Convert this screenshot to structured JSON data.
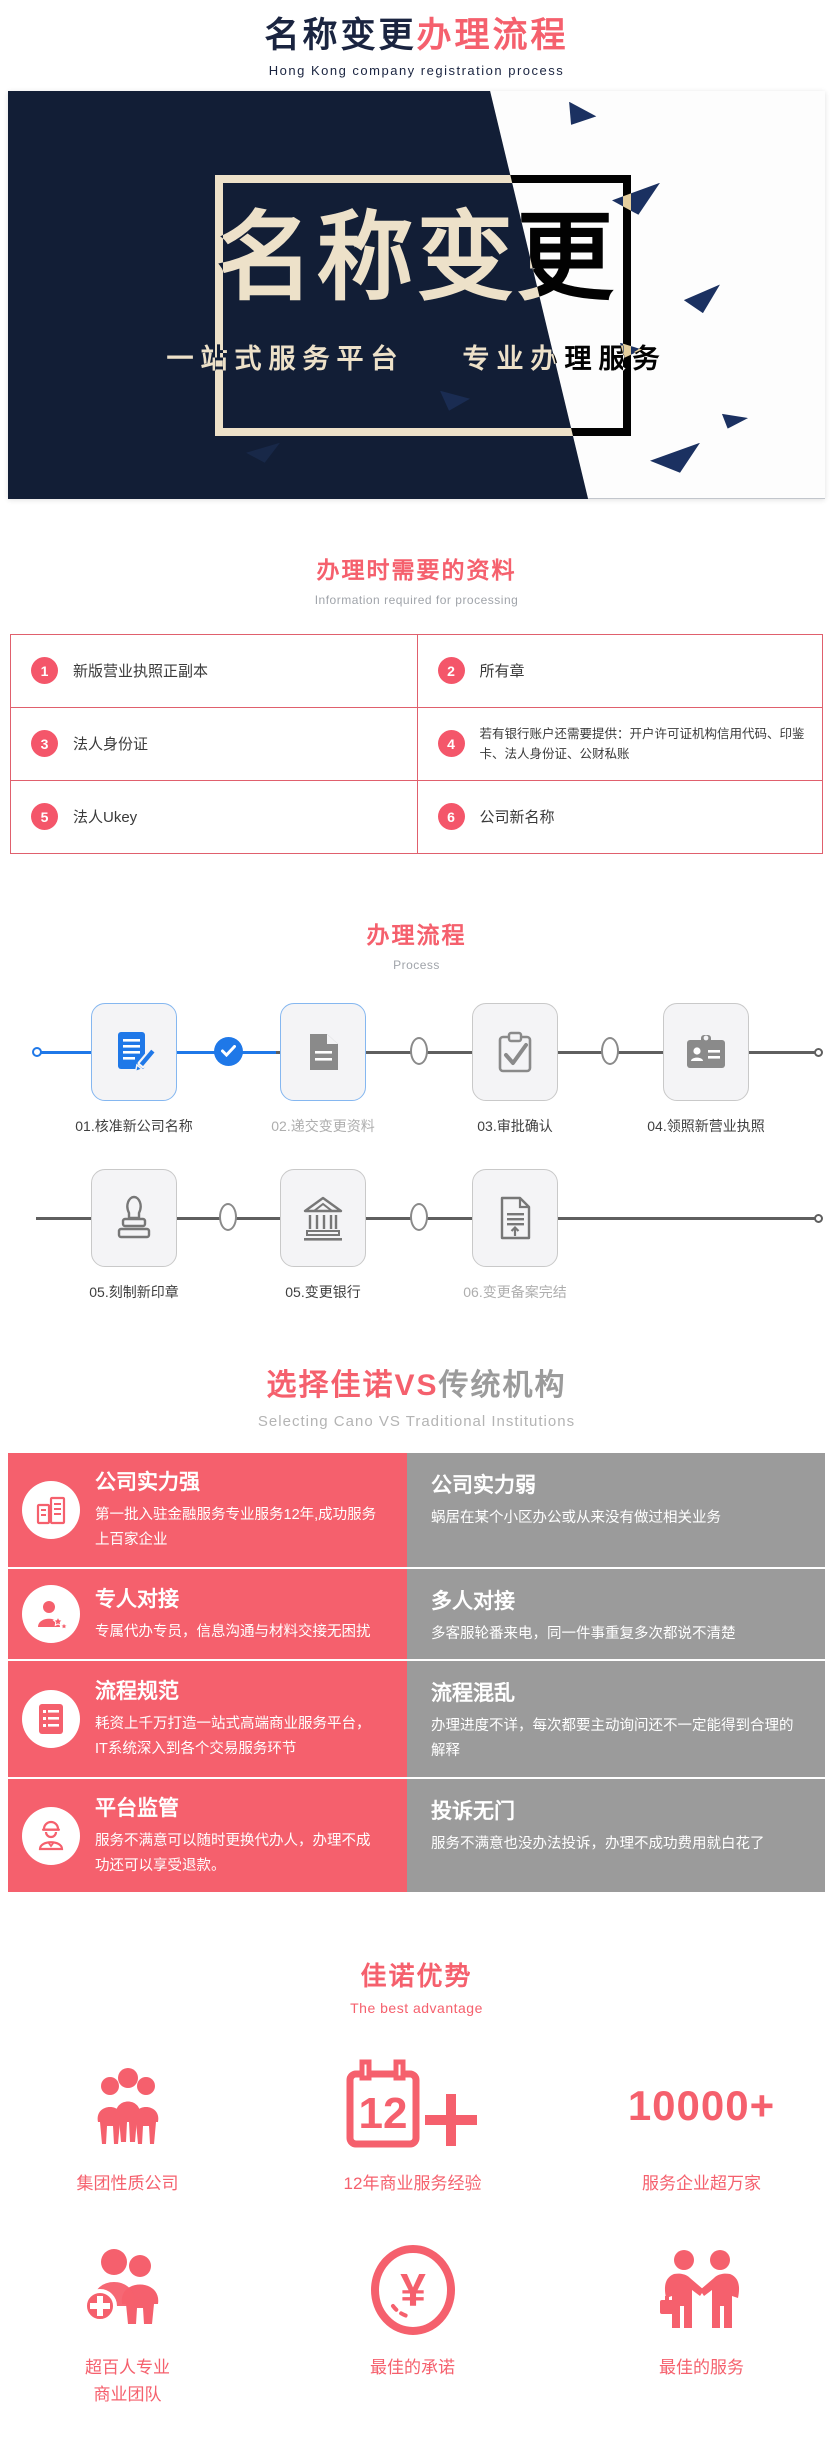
{
  "header": {
    "title_dark": "名称变更",
    "title_accent": "办理流程",
    "subtitle": "Hong Kong company registration process"
  },
  "banner": {
    "headline": "名称变更",
    "tagline_left": "一站式服务平台",
    "tagline_right": "专业办理服务"
  },
  "materials": {
    "title": "办理时需要的资料",
    "subtitle": "Information required for processing",
    "items": [
      {
        "num": "1",
        "text": "新版营业执照正副本"
      },
      {
        "num": "2",
        "text": "所有章"
      },
      {
        "num": "3",
        "text": "法人身份证"
      },
      {
        "num": "4",
        "text": "若有银行账户还需要提供：开户许可证机构信用代码、印鉴卡、法人身份证、公财私账"
      },
      {
        "num": "5",
        "text": "法人Ukey"
      },
      {
        "num": "6",
        "text": "公司新名称"
      }
    ]
  },
  "process": {
    "title": "办理流程",
    "subtitle": "Process",
    "row1": [
      {
        "label": "01.核准新公司名称",
        "icon": "document-pen-icon"
      },
      {
        "label": "02.递交变更资料",
        "icon": "document-icon"
      },
      {
        "label": "03.审批确认",
        "icon": "clipboard-check-icon"
      },
      {
        "label": "04.领照新营业执照",
        "icon": "id-card-icon"
      }
    ],
    "row2": [
      {
        "label": "05.刻制新印章",
        "icon": "stamp-icon"
      },
      {
        "label": "05.变更银行",
        "icon": "bank-icon"
      },
      {
        "label": "06.变更备案完结",
        "icon": "document-upload-icon"
      }
    ]
  },
  "comparison": {
    "title_accent": "选择佳诺VS",
    "title_gray": "传统机构",
    "subtitle": "Selecting Cano VS Traditional Institutions",
    "rows": [
      {
        "left": {
          "title": "公司实力强",
          "desc": "第一批入驻金融服务专业服务12年,成功服务上百家企业",
          "icon": "building-icon"
        },
        "right": {
          "title": "公司实力弱",
          "desc": "蜗居在某个小区办公或从来没有做过相关业务"
        }
      },
      {
        "left": {
          "title": "专人对接",
          "desc": "专属代办专员，信息沟通与材料交接无困扰",
          "icon": "agent-icon"
        },
        "right": {
          "title": "多人对接",
          "desc": "多客服轮番来电，同一件事重复多次都说不清楚"
        }
      },
      {
        "left": {
          "title": "流程规范",
          "desc": "耗资上千万打造一站式高端商业服务平台，IT系统深入到各个交易服务环节",
          "icon": "checklist-icon"
        },
        "right": {
          "title": "流程混乱",
          "desc": "办理进度不详，每次都要主动询问还不一定能得到合理的解释"
        }
      },
      {
        "left": {
          "title": "平台监管",
          "desc": "服务不满意可以随时更换代办人，办理不成功还可以享受退款。",
          "icon": "supervisor-icon"
        },
        "right": {
          "title": "投诉无门",
          "desc": "服务不满意也没办法投诉，办理不成功费用就白花了"
        }
      }
    ]
  },
  "advantages": {
    "title": "佳诺优势",
    "subtitle": "The best advantage",
    "items": [
      {
        "label": "集团性质公司",
        "icon": "people-group-icon"
      },
      {
        "label": "12年商业服务经验",
        "icon": "calendar-icon",
        "calendar_number": "12",
        "plus_sign": "+"
      },
      {
        "label": "服务企业超万家",
        "stat": "10000+"
      },
      {
        "label": "超百人专业",
        "label2": "商业团队",
        "icon": "team-plus-icon"
      },
      {
        "label": "最佳的承诺",
        "icon": "yuan-circle-icon",
        "currency": "¥"
      },
      {
        "label": "最佳的服务",
        "icon": "handshake-icon"
      }
    ]
  },
  "colors": {
    "accent": "#f5606d",
    "navy": "#121e36",
    "gray_column": "#9b9b9b",
    "process_blue": "#1f78e8"
  }
}
